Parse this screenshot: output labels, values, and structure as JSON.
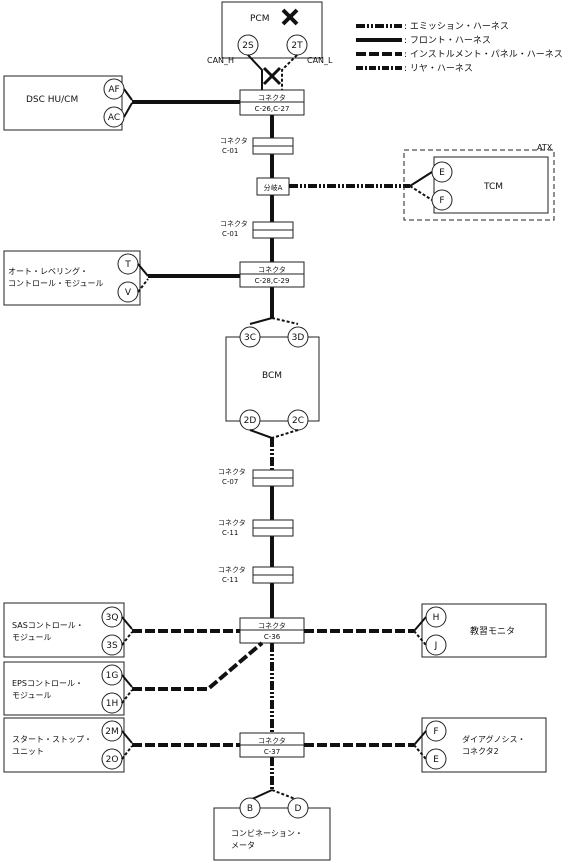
{
  "legend": {
    "emission": ": エミッション・ハーネス",
    "front": ": フロント・ハーネス",
    "instrument": ": インストルメント・パネル・ハーネス",
    "rear": ": リヤ・ハーネス"
  },
  "pcm": {
    "label": "PCM",
    "pin_h": "2S",
    "pin_l": "2T",
    "can_h": "CAN_H",
    "can_l": "CAN_L"
  },
  "dsc": {
    "label": "DSC HU/CM",
    "pin1": "AF",
    "pin2": "AC"
  },
  "atx": {
    "label": "ATX",
    "tcm": "TCM",
    "pin1": "E",
    "pin2": "F"
  },
  "branch": {
    "label": "分岐A"
  },
  "olm": {
    "line1": "オート・レベリング・",
    "line2": "コントロール・モジュール",
    "pin1": "T",
    "pin2": "V"
  },
  "bcm": {
    "label": "BCM",
    "pin_tl": "3C",
    "pin_tr": "3D",
    "pin_bl": "2D",
    "pin_br": "2C"
  },
  "sas": {
    "line1": "SASコントロール・",
    "line2": "モジュール",
    "pin1": "3Q",
    "pin2": "3S"
  },
  "eps": {
    "line1": "EPSコントロール・",
    "line2": "モジュール",
    "pin1": "1G",
    "pin2": "1H"
  },
  "ss": {
    "line1": "スタート・ストップ・",
    "line2": "ユニット",
    "pin1": "2M",
    "pin2": "2O"
  },
  "edu": {
    "label": "教習モニタ",
    "pin1": "H",
    "pin2": "J"
  },
  "dlc": {
    "line1": "ダイアグノシス・",
    "line2": "コネクタ2",
    "pin1": "F",
    "pin2": "E"
  },
  "meter": {
    "line1": "コンビネーション・",
    "line2": "メータ",
    "pin1": "B",
    "pin2": "D"
  },
  "connectors": {
    "c26": {
      "title": "コネクタ",
      "code": "C-26,C-27"
    },
    "c01a": {
      "title": "コネクタ",
      "code": "C-01"
    },
    "c01b": {
      "title": "コネクタ",
      "code": "C-01"
    },
    "c28": {
      "title": "コネクタ",
      "code": "C-28,C-29"
    },
    "c07": {
      "title": "コネクタ",
      "code": "C-07"
    },
    "c11a": {
      "title": "コネクタ",
      "code": "C-11"
    },
    "c11b": {
      "title": "コネクタ",
      "code": "C-11"
    },
    "c36": {
      "title": "コネクタ",
      "code": "C-36"
    },
    "c37": {
      "title": "コネクタ",
      "code": "C-37"
    }
  }
}
